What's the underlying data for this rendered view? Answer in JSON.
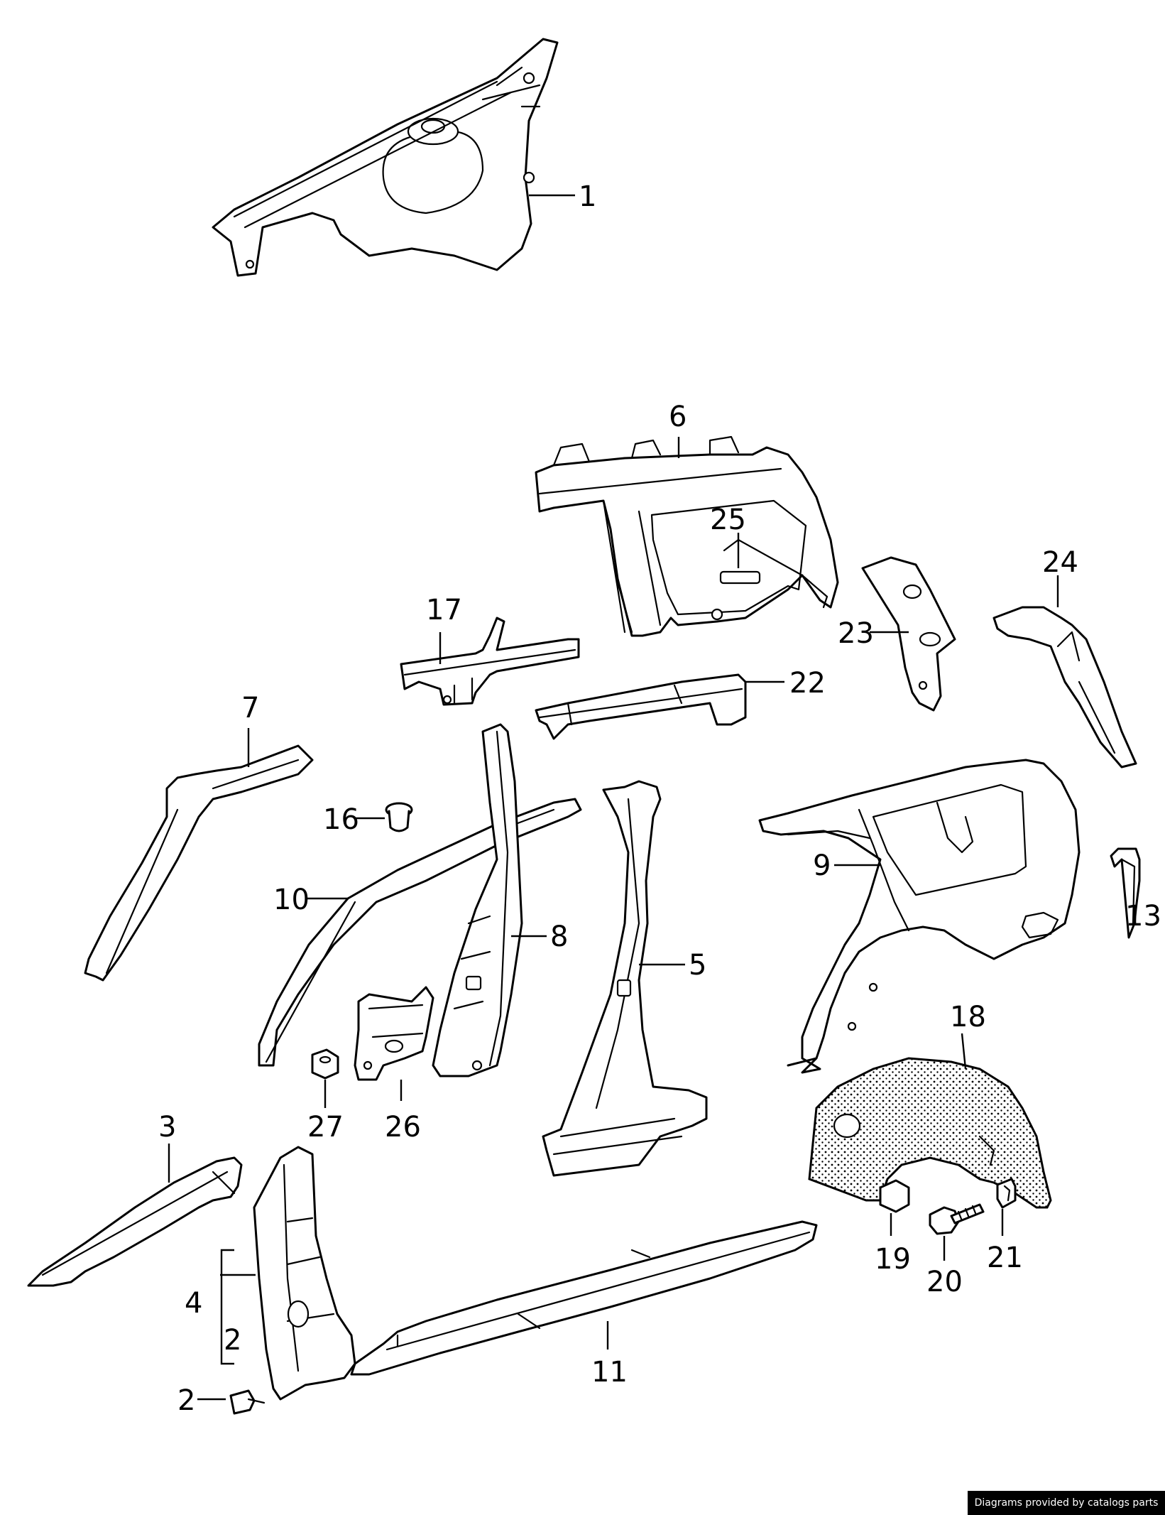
{
  "callouts": {
    "c1": "1",
    "c2a": "2",
    "c2b": "2",
    "c3": "3",
    "c4": "4",
    "c5": "5",
    "c6": "6",
    "c7": "7",
    "c8": "8",
    "c9": "9",
    "c10": "10",
    "c11": "11",
    "c13": "13",
    "c16": "16",
    "c17": "17",
    "c18": "18",
    "c19": "19",
    "c20": "20",
    "c21": "21",
    "c22": "22",
    "c23": "23",
    "c24": "24",
    "c25": "25",
    "c26": "26",
    "c27": "27"
  },
  "footer": {
    "credit": "Diagrams provided by catalogs parts"
  }
}
